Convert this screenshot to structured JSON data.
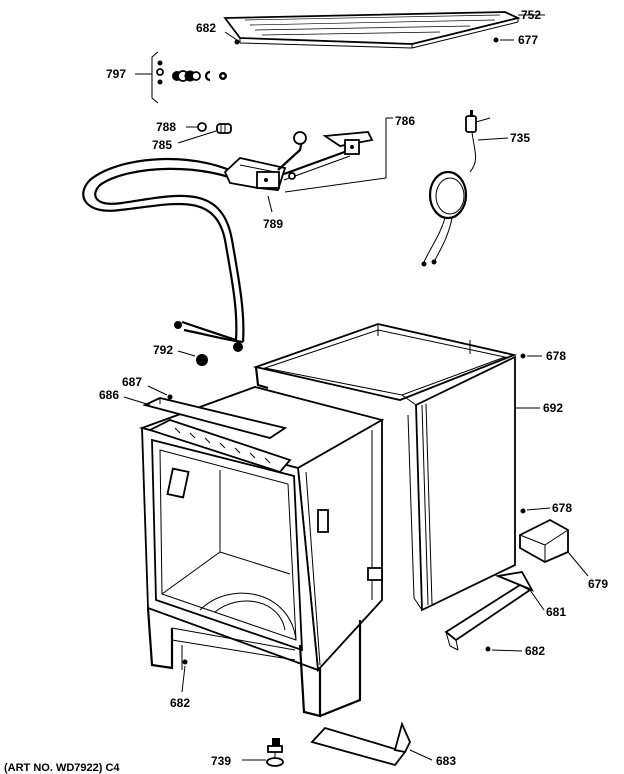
{
  "diagram": {
    "labels": {
      "p752": "752",
      "p682_top": "682",
      "p677": "677",
      "p797": "797",
      "p788": "788",
      "p785": "785",
      "p786": "786",
      "p735": "735",
      "p789": "789",
      "p792": "792",
      "p678_top": "678",
      "p687": "687",
      "p686": "686",
      "p692": "692",
      "p678_mid": "678",
      "p679": "679",
      "p681": "681",
      "p682_right": "682",
      "p682_bottom": "682",
      "p739": "739",
      "p683": "683"
    },
    "art_number": "(ART NO. WD7922) C4"
  }
}
